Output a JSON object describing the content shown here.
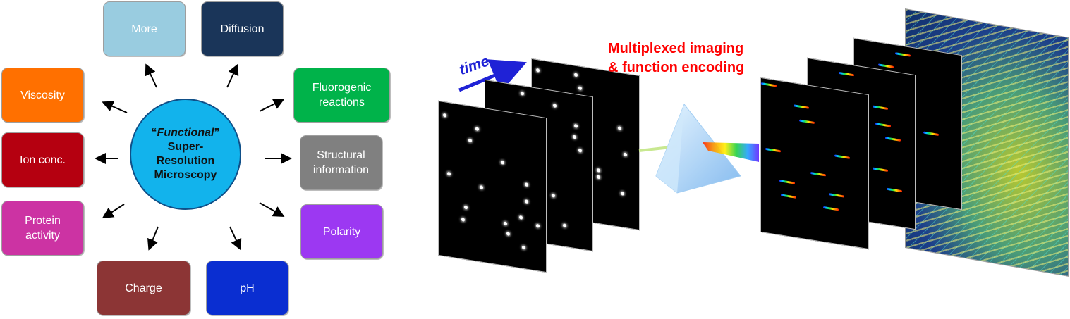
{
  "hub": {
    "quote_open": "“",
    "emphasis": "Functional",
    "quote_close": "”",
    "line2": "Super-",
    "line3": "Resolution",
    "line4": "Microscopy"
  },
  "functions": [
    {
      "key": "more",
      "label": "More",
      "color": "#99cce0"
    },
    {
      "key": "diffusion",
      "label": "Diffusion",
      "color": "#1a3559"
    },
    {
      "key": "fluorogenic",
      "label": "Fluorogenic reactions",
      "color": "#00b34a"
    },
    {
      "key": "structural",
      "label": "Structural information",
      "color": "#808080"
    },
    {
      "key": "polarity",
      "label": "Polarity",
      "color": "#9c38f2"
    },
    {
      "key": "ph",
      "label": "pH",
      "color": "#0a2ed1"
    },
    {
      "key": "charge",
      "label": "Charge",
      "color": "#8c3535"
    },
    {
      "key": "protein",
      "label": "Protein activity",
      "color": "#cc33a3"
    },
    {
      "key": "ion",
      "label": "Ion conc.",
      "color": "#b50010"
    },
    {
      "key": "viscosity",
      "label": "Viscosity",
      "color": "#ff7000"
    }
  ],
  "pipeline": {
    "time_label": "time",
    "title_line1": "Multiplexed imaging",
    "title_line2": "& function encoding"
  }
}
